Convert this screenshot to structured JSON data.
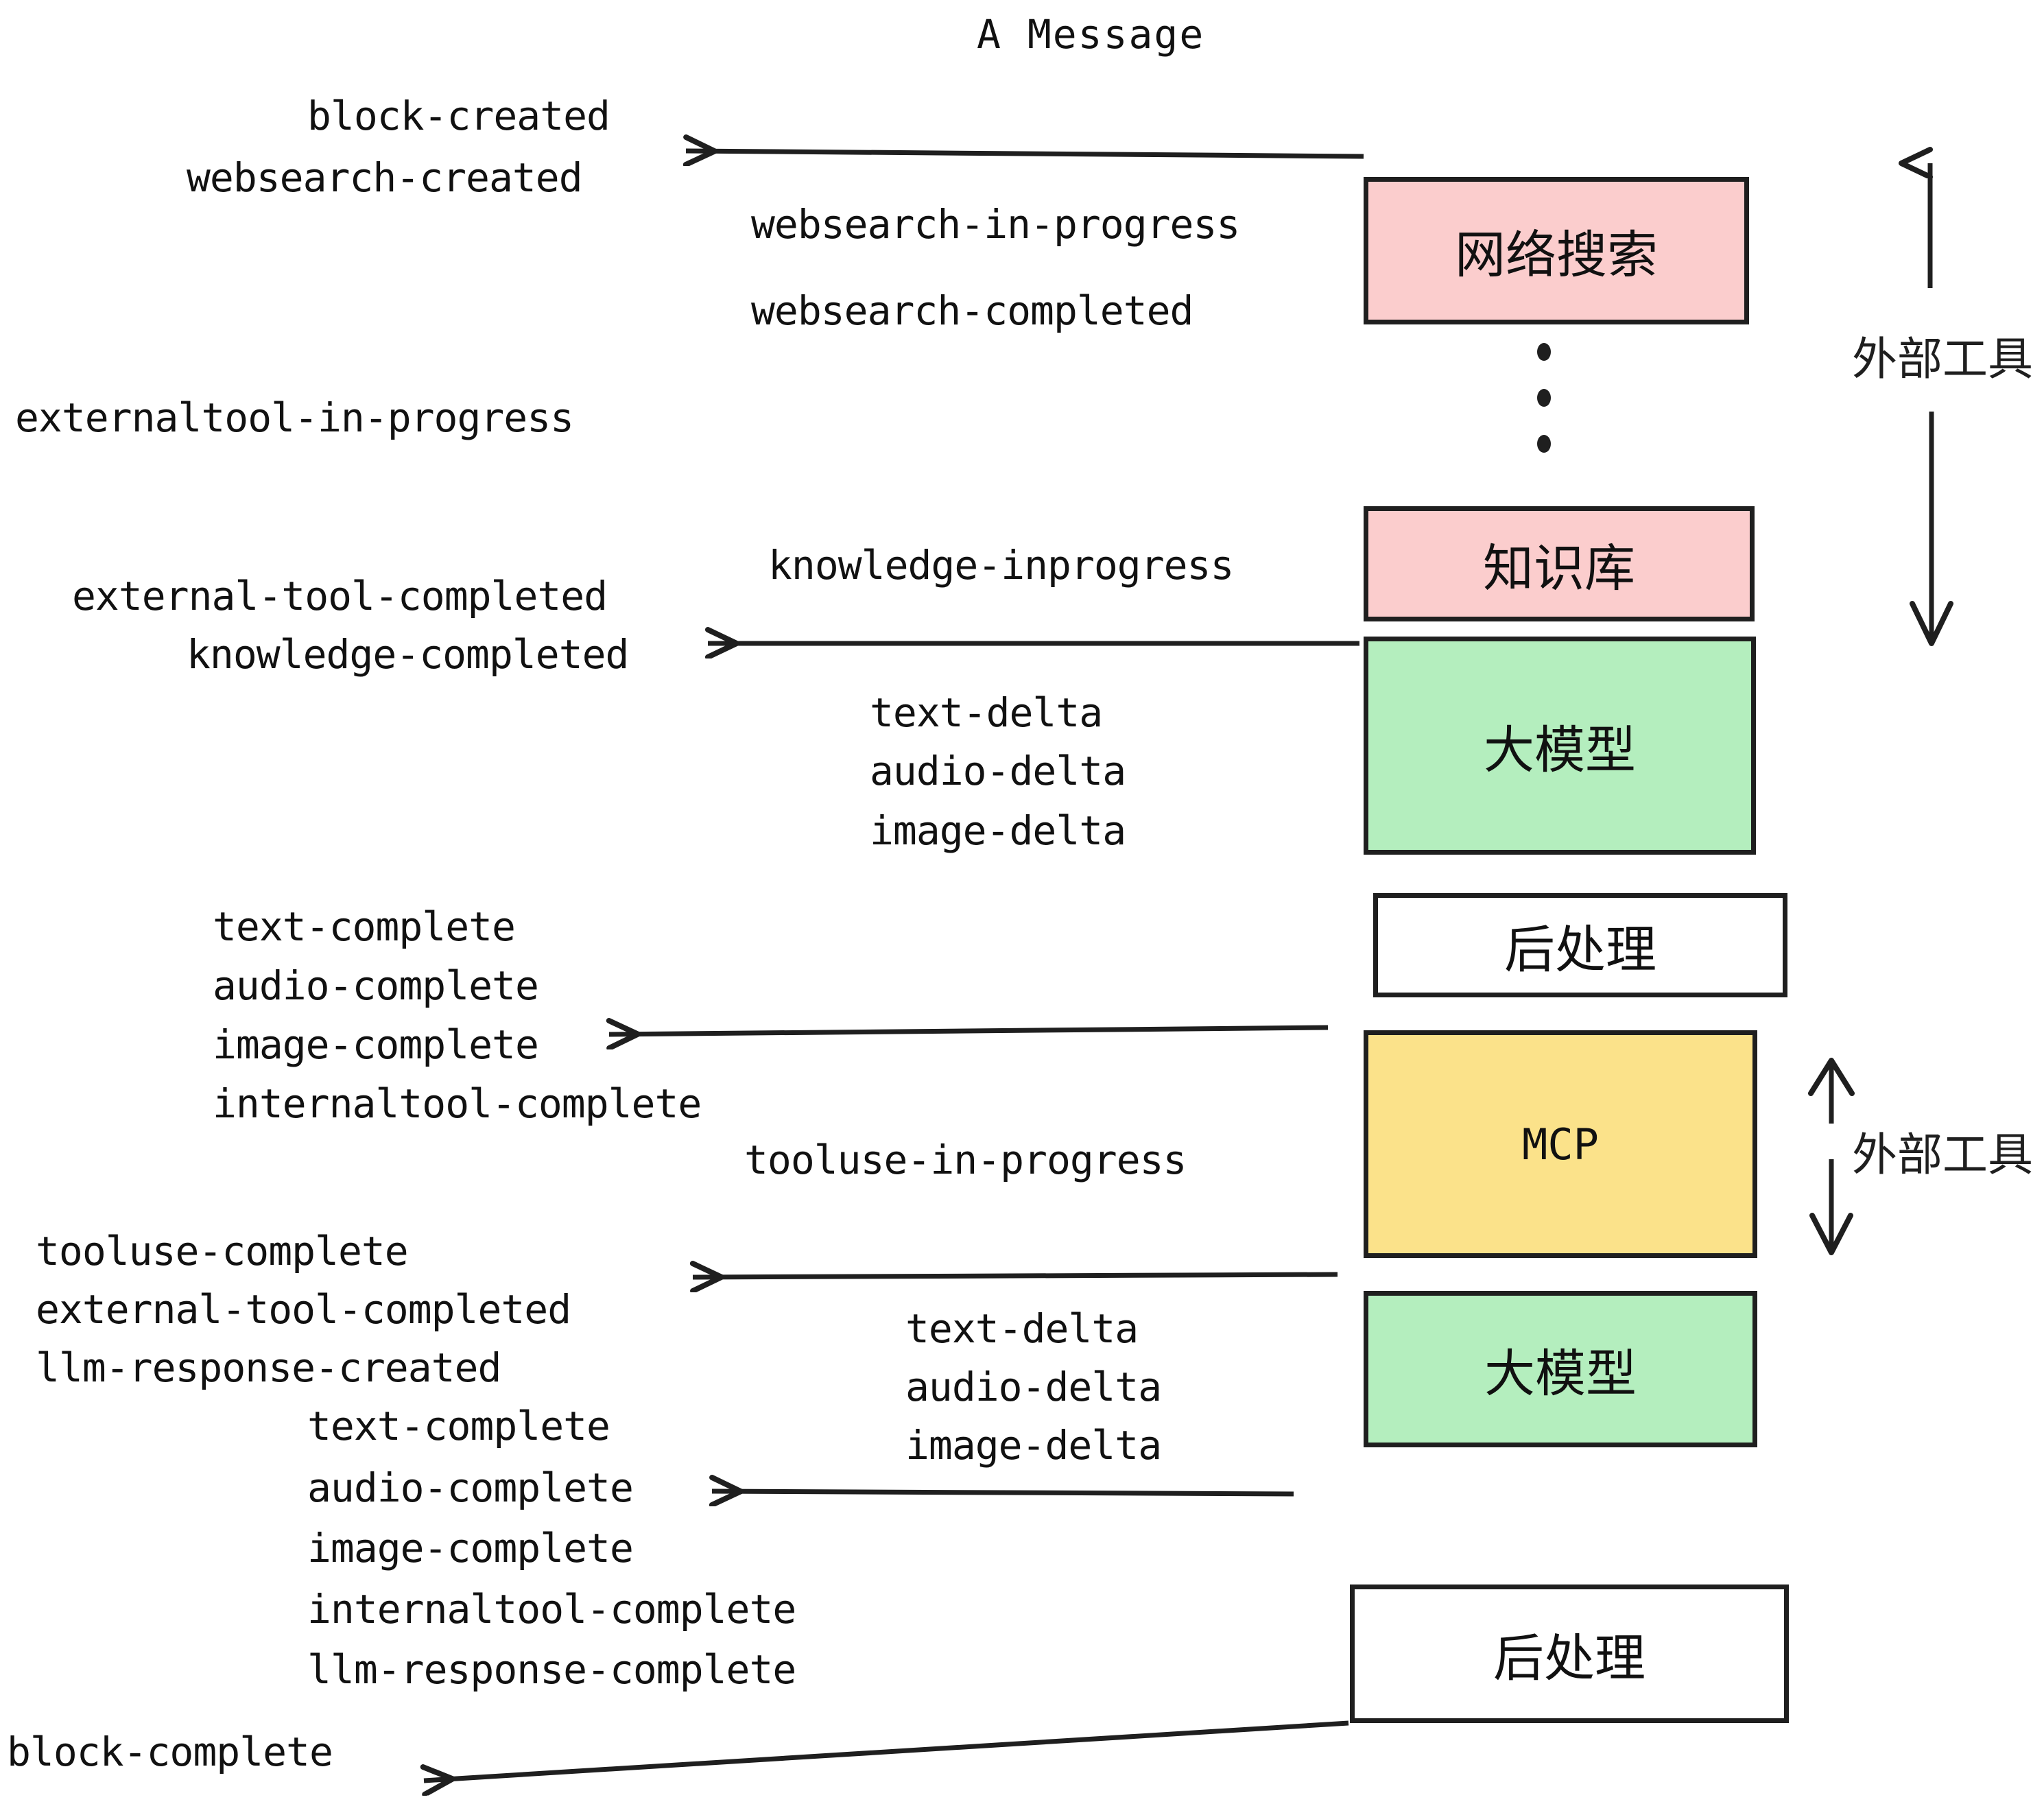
{
  "diagram": {
    "title": "A Message",
    "colors": {
      "pink": "#fbcdcd",
      "green": "#b4eebe",
      "yellow": "#fbe28a",
      "white": "#ffffff",
      "stroke": "#1f1f1f",
      "text": "#111111"
    }
  },
  "nodes": [
    {
      "id": "websearch",
      "label": "网络搜索",
      "fill": "pink"
    },
    {
      "id": "knowledge",
      "label": "知识库",
      "fill": "pink"
    },
    {
      "id": "llm-1",
      "label": "大模型",
      "fill": "green"
    },
    {
      "id": "postprocess-1",
      "label": "后处理",
      "fill": "white"
    },
    {
      "id": "mcp",
      "label": "MCP",
      "fill": "yellow"
    },
    {
      "id": "llm-2",
      "label": "大模型",
      "fill": "green"
    },
    {
      "id": "postprocess-2",
      "label": "后处理",
      "fill": "white"
    }
  ],
  "events": {
    "block_created": "block-created",
    "websearch_created": "websearch-created",
    "websearch_in_progress": "websearch-in-progress",
    "websearch_completed": "websearch-completed",
    "externaltool_in_progress": "externaltool-in-progress",
    "knowledge_inprogress": "knowledge-inprogress",
    "external_tool_completed_1": "external-tool-completed",
    "knowledge_completed": "knowledge-completed",
    "text_delta_1": "text-delta",
    "audio_delta_1": "audio-delta",
    "image_delta_1": "image-delta",
    "text_complete_1": "text-complete",
    "audio_complete_1": "audio-complete",
    "image_complete_1": "image-complete",
    "internaltool_complete_1": "internaltool-complete",
    "tooluse_in_progress": "tooluse-in-progress",
    "tooluse_complete": "tooluse-complete",
    "external_tool_completed_2": "external-tool-completed",
    "llm_response_created": "llm-response-created",
    "text_delta_2": "text-delta",
    "audio_delta_2": "audio-delta",
    "image_delta_2": "image-delta",
    "text_complete_2": "text-complete",
    "audio_complete_2": "audio-complete",
    "image_complete_2": "image-complete",
    "internaltool_complete_2": "internaltool-complete",
    "llm_response_complete": "llm-response-complete",
    "block_complete": "block-complete"
  },
  "annotations": {
    "external_tools_top": "外部工具",
    "external_tools_bottom": "外部工具"
  }
}
